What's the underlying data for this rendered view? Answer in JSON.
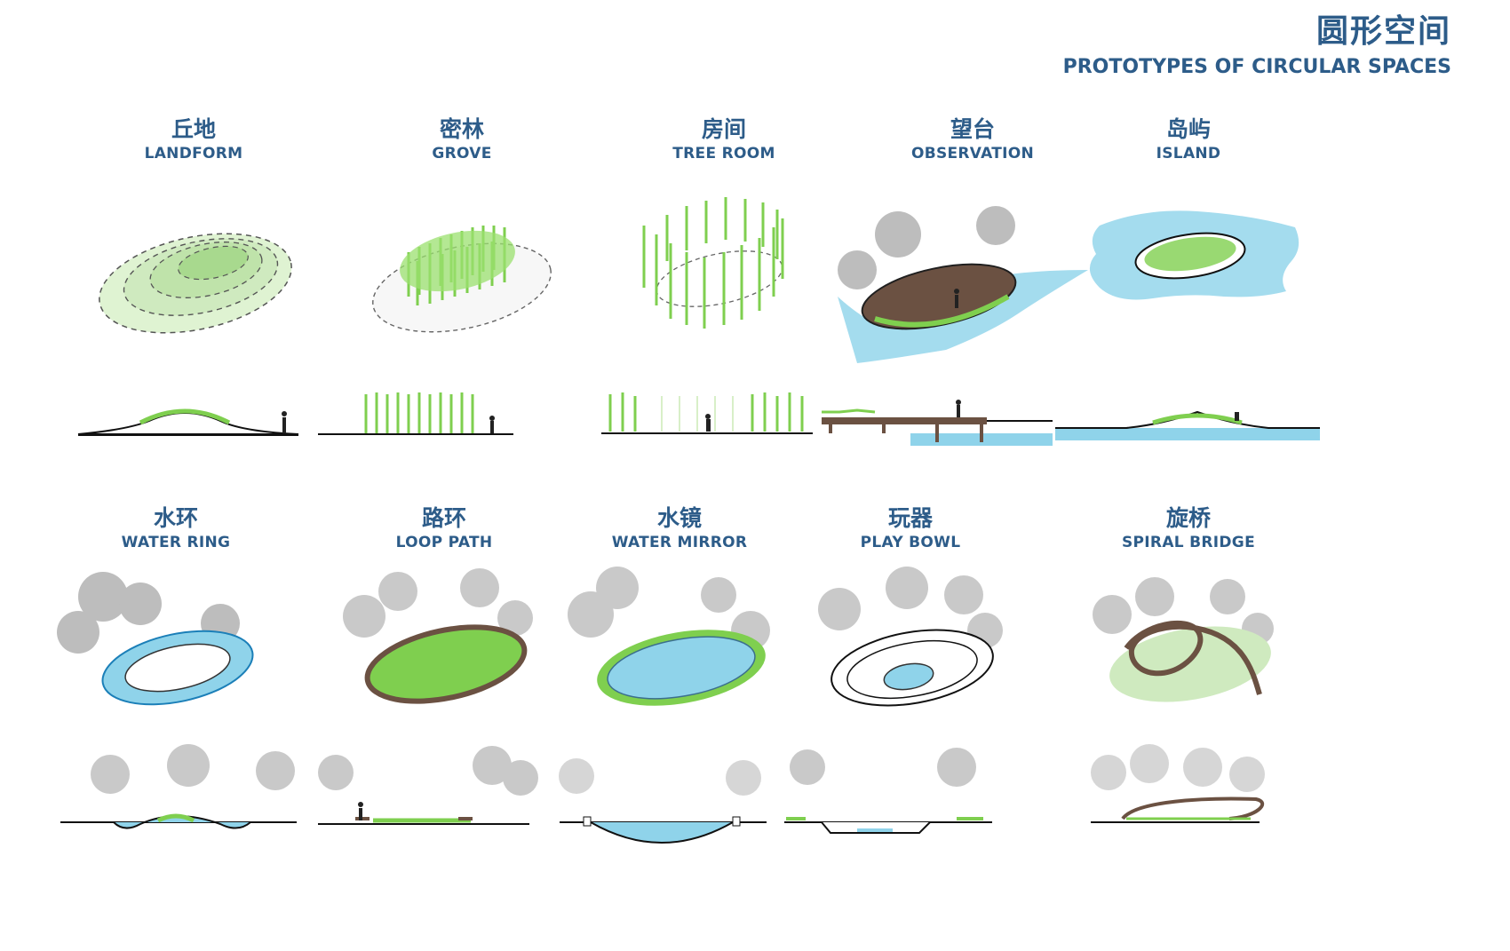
{
  "header": {
    "title_cn": "圆形空间",
    "title_en": "PROTOTYPES OF CIRCULAR SPACES"
  },
  "colors": {
    "heading": "#2d5c89",
    "foliage": "#7fcf4f",
    "water": "#8fd3ea",
    "deck": "#6b5142",
    "tree_gray": "#a9a9a9"
  },
  "prototypes": [
    {
      "cn": "丘地",
      "en": "LANDFORM",
      "icon": "dashed-mound-icon"
    },
    {
      "cn": "密林",
      "en": "GROVE",
      "icon": "grove-icon"
    },
    {
      "cn": "房间",
      "en": "TREE ROOM",
      "icon": "tree-ring-icon"
    },
    {
      "cn": "望台",
      "en": "OBSERVATION",
      "icon": "deck-platform-icon"
    },
    {
      "cn": "岛屿",
      "en": "ISLAND",
      "icon": "island-icon"
    },
    {
      "cn": "水环",
      "en": "WATER RING",
      "icon": "water-ring-icon"
    },
    {
      "cn": "路环",
      "en": "LOOP PATH",
      "icon": "loop-path-icon"
    },
    {
      "cn": "水镜",
      "en": "WATER MIRROR",
      "icon": "water-mirror-icon"
    },
    {
      "cn": "玩器",
      "en": "PLAY BOWL",
      "icon": "play-bowl-icon"
    },
    {
      "cn": "旋桥",
      "en": "SPIRAL BRIDGE",
      "icon": "spiral-bridge-icon"
    }
  ]
}
